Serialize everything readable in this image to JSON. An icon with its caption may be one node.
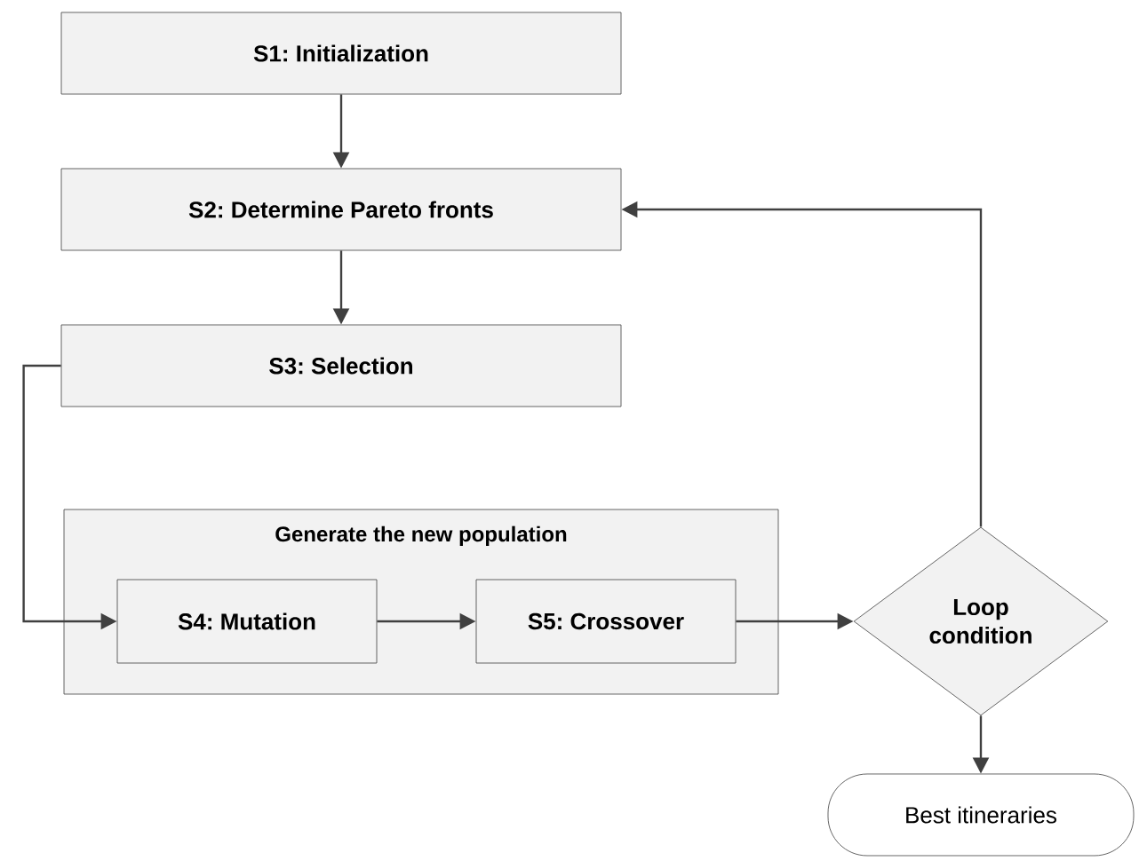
{
  "diagram": {
    "nodes": [
      {
        "text": [
          "S1: Initialization"
        ]
      },
      {
        "text": [
          "S2: Determine Pareto fronts"
        ]
      },
      {
        "text": [
          "S3: Selection"
        ]
      },
      {
        "text": [
          "Generate the new population"
        ]
      },
      {
        "text": [
          "S4: Mutation"
        ],
        "in": 3
      },
      {
        "text": [
          "S5: Crossover"
        ],
        "in": 3
      },
      {
        "text": [
          "Loop condition"
        ]
      },
      {
        "text": [
          "Best itineraries"
        ]
      }
    ],
    "edges": [
      {
        "from": 0,
        "to": 1,
        "arrow": "to"
      },
      {
        "from": 1,
        "to": 2,
        "arrow": "to"
      },
      {
        "from": 2,
        "to": 4,
        "arrow": "to"
      },
      {
        "from": 4,
        "to": 5,
        "arrow": "to"
      },
      {
        "from": 5,
        "to": 6,
        "arrow": "to"
      },
      {
        "from": 6,
        "to": 1,
        "arrow": "to"
      },
      {
        "from": 6,
        "to": 7,
        "arrow": "to"
      }
    ]
  }
}
